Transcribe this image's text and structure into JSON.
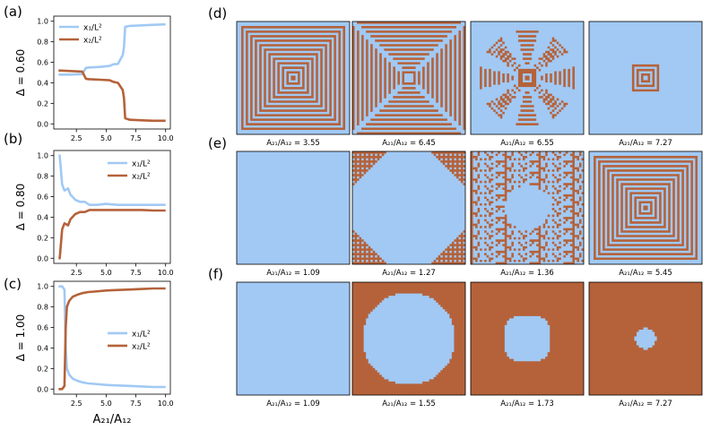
{
  "colors": {
    "light": "#a1c9f4",
    "dark": "#b5623a",
    "axis": "#000000"
  },
  "chart_data": [
    {
      "type": "line",
      "panel": "(a)",
      "ylabel": "Δ = 0.60",
      "xlim": [
        0.6,
        10.4
      ],
      "ylim": [
        -0.05,
        1.05
      ],
      "xticks": [
        "2.5",
        "5.0",
        "7.5",
        "10.0"
      ],
      "xtick_values": [
        2.5,
        5.0,
        7.5,
        10.0
      ],
      "yticks": [
        "0.0",
        "0.2",
        "0.4",
        "0.6",
        "0.8",
        "1.0"
      ],
      "legend": "top-left",
      "series": [
        {
          "name": "x₁/L²",
          "color": "light",
          "x": [
            1.0,
            2.0,
            3.0,
            3.3,
            3.6,
            4.5,
            5.3,
            5.6,
            6.0,
            6.4,
            6.5,
            6.6,
            7.0,
            8.0,
            9.0,
            10.0
          ],
          "y": [
            0.48,
            0.48,
            0.485,
            0.545,
            0.55,
            0.555,
            0.565,
            0.58,
            0.585,
            0.67,
            0.75,
            0.945,
            0.955,
            0.96,
            0.965,
            0.97
          ]
        },
        {
          "name": "x₂/L²",
          "color": "dark",
          "x": [
            1.0,
            2.0,
            3.0,
            3.3,
            3.6,
            4.5,
            5.3,
            5.6,
            6.0,
            6.4,
            6.5,
            6.6,
            7.0,
            8.0,
            9.0,
            10.0
          ],
          "y": [
            0.52,
            0.515,
            0.51,
            0.44,
            0.435,
            0.43,
            0.425,
            0.41,
            0.4,
            0.33,
            0.25,
            0.055,
            0.04,
            0.035,
            0.03,
            0.03
          ]
        }
      ]
    },
    {
      "type": "line",
      "panel": "(b)",
      "ylabel": "Δ = 0.80",
      "xlim": [
        0.6,
        10.4
      ],
      "ylim": [
        -0.05,
        1.05
      ],
      "xticks": [
        "2.5",
        "5.0",
        "7.5",
        "10.0"
      ],
      "xtick_values": [
        2.5,
        5.0,
        7.5,
        10.0
      ],
      "yticks": [
        "0.0",
        "0.2",
        "0.4",
        "0.6",
        "0.8",
        "1.0"
      ],
      "legend": "top-right",
      "series": [
        {
          "name": "x₁/L²",
          "color": "light",
          "x": [
            1.0,
            1.1,
            1.3,
            1.5,
            1.8,
            2.0,
            2.4,
            2.8,
            3.2,
            3.6,
            4.2,
            5.0,
            6.0,
            7.0,
            8.0,
            9.0,
            10.0
          ],
          "y": [
            1.0,
            1.0,
            0.72,
            0.66,
            0.68,
            0.62,
            0.57,
            0.55,
            0.55,
            0.52,
            0.52,
            0.53,
            0.52,
            0.52,
            0.52,
            0.52,
            0.52
          ]
        },
        {
          "name": "x₂/L²",
          "color": "dark",
          "x": [
            1.0,
            1.1,
            1.3,
            1.5,
            1.8,
            2.0,
            2.4,
            2.8,
            3.2,
            3.6,
            4.2,
            5.0,
            6.0,
            7.0,
            8.0,
            9.0,
            10.0
          ],
          "y": [
            0.0,
            0.0,
            0.28,
            0.34,
            0.32,
            0.38,
            0.43,
            0.45,
            0.45,
            0.47,
            0.47,
            0.47,
            0.47,
            0.47,
            0.47,
            0.465,
            0.465
          ]
        }
      ]
    },
    {
      "type": "line",
      "panel": "(c)",
      "ylabel": "Δ = 1.00",
      "xlabel": "A₂₁/A₁₂",
      "xlim": [
        0.6,
        10.4
      ],
      "ylim": [
        -0.05,
        1.05
      ],
      "xticks": [
        "2.5",
        "5.0",
        "7.5",
        "10.0"
      ],
      "xtick_values": [
        2.5,
        5.0,
        7.5,
        10.0
      ],
      "yticks": [
        "0.0",
        "0.2",
        "0.4",
        "0.6",
        "0.8",
        "1.0"
      ],
      "legend": "center-right",
      "series": [
        {
          "name": "x₁/L²",
          "color": "light",
          "x": [
            1.0,
            1.3,
            1.5,
            1.6,
            1.7,
            1.9,
            2.2,
            2.6,
            3.0,
            3.5,
            4.0,
            5.0,
            6.0,
            7.0,
            8.0,
            9.0,
            10.0
          ],
          "y": [
            1.0,
            1.0,
            0.97,
            0.4,
            0.2,
            0.14,
            0.1,
            0.08,
            0.065,
            0.055,
            0.05,
            0.04,
            0.035,
            0.03,
            0.025,
            0.02,
            0.02
          ]
        },
        {
          "name": "x₂/L²",
          "color": "dark",
          "x": [
            1.0,
            1.3,
            1.5,
            1.6,
            1.7,
            1.9,
            2.2,
            2.6,
            3.0,
            3.5,
            4.0,
            5.0,
            6.0,
            7.0,
            8.0,
            9.0,
            10.0
          ],
          "y": [
            0.0,
            0.0,
            0.03,
            0.6,
            0.8,
            0.86,
            0.9,
            0.92,
            0.935,
            0.945,
            0.95,
            0.96,
            0.965,
            0.97,
            0.975,
            0.98,
            0.98
          ]
        }
      ]
    }
  ],
  "lattices": {
    "row_labels": [
      "(d)",
      "(e)",
      "(f)"
    ],
    "rows": [
      {
        "captions": [
          "A₂₁/A₁₂ = 3.55",
          "A₂₁/A₁₂ = 6.45",
          "A₂₁/A₁₂ = 6.55",
          "A₂₁/A₁₂ = 7.27"
        ],
        "patterns": [
          "concentric-squares",
          "cross-wedges",
          "star-spokes",
          "small-square"
        ]
      },
      {
        "captions": [
          "A₂₁/A₁₂ = 1.09",
          "A₂₁/A₁₂ = 1.27",
          "A₂₁/A₁₂ = 1.36",
          "A₂₁/A₁₂ = 5.45"
        ],
        "patterns": [
          "uniform-light",
          "corner-fractal",
          "checker-ring",
          "concentric-squares-wide"
        ]
      },
      {
        "captions": [
          "A₂₁/A₁₂ = 1.09",
          "A₂₁/A₁₂ = 1.55",
          "A₂₁/A₁₂ = 1.73",
          "A₂₁/A₁₂ = 7.27"
        ],
        "patterns": [
          "uniform-light",
          "circle-large",
          "circle-medium",
          "circle-small"
        ]
      }
    ]
  }
}
